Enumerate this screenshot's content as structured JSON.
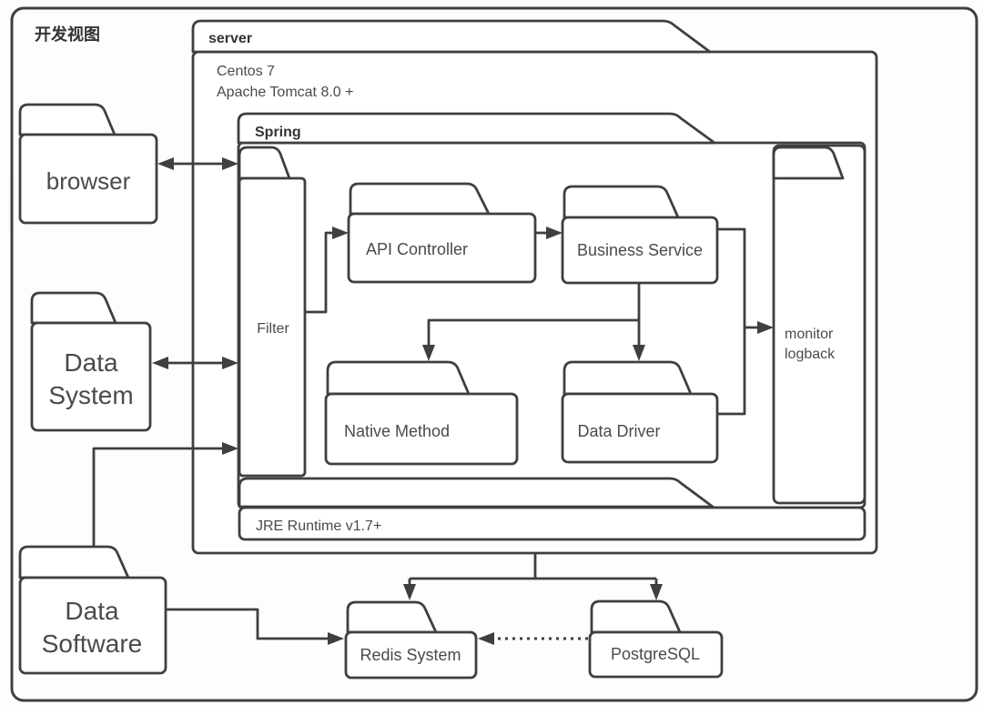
{
  "diagram_title": "开发视图",
  "server": {
    "label": "server",
    "os": "Centos 7",
    "runtime": "Apache Tomcat 8.0 +"
  },
  "spring": {
    "label": "Spring",
    "filter": "Filter",
    "api_controller": "API Controller",
    "business_service": "Business Service",
    "native_method": "Native Method",
    "data_driver": "Data Driver",
    "monitor_line1": "monitor",
    "monitor_line2": "logback"
  },
  "jre": {
    "label": "JRE Runtime v1.7+"
  },
  "external_systems": {
    "browser": "browser",
    "data_system_line1": "Data",
    "data_system_line2": "System",
    "data_software_line1": "Data",
    "data_software_line2": "Software"
  },
  "datastores": {
    "redis": "Redis System",
    "postgresql": "PostgreSQL"
  },
  "colors": {
    "line": "#3f3f3f",
    "text": "#4a4a4a",
    "text_strong": "#333333",
    "background": "#ffffff"
  }
}
